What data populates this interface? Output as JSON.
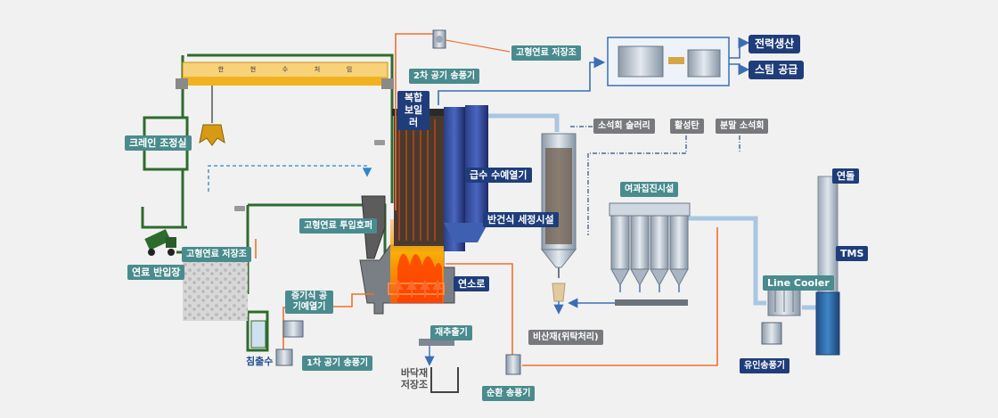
{
  "labels": {
    "crane_room": "크레인 조정실",
    "fuel_yard": "연료 반입장",
    "solid_fuel_storage_left": "고형연료 저장조",
    "leachate": "침출수",
    "primary_fan": "1차 공기 송풍기",
    "steam_air_preheater": "증기식 공기예열기",
    "hopper": "고형연료 투입호퍼",
    "secondary_fan": "2차 공기 송풍기",
    "solid_fuel_storage_top": "고형연료 저장조",
    "boiler": "복합 보일러",
    "economizer": "급수 수예열기",
    "furnace": "연소로",
    "ash_extractor": "재추출기",
    "bottom_ash_storage": "바닥재 저장조",
    "circulation_fan": "순환 송풍기",
    "semi_dry_scrubber": "반건식 세정시설",
    "slaked_lime": "소석회 슬러리",
    "activated_carbon": "활성탄",
    "powder_lime": "분말 소석회",
    "fly_ash": "비산재(위탁처리)",
    "bag_filter": "여과집진시설",
    "line_cooler": "Line Cooler",
    "induced_fan": "유인송풍기",
    "stack": "연돌",
    "tms": "TMS",
    "power_generation": "전력생산",
    "steam_supply": "스팀 공급"
  },
  "crane_rail_text": [
    "한",
    "현",
    "수",
    "처",
    "임"
  ],
  "colors": {
    "building": "#2f6b2f",
    "air_line": "#f07030",
    "water_line": "#2e86c8",
    "flow_line": "#3a6fb5",
    "crane_yellow": "#f2b21f",
    "teal_label": "#4a8b8e",
    "navy_label": "#1f3d7a",
    "grey_label": "#77797c"
  },
  "icons": {
    "fan": "blower-icon",
    "truck": "dump-truck-icon",
    "grab": "crane-grab-icon",
    "camera": "cctv-camera-icon",
    "turbine": "turbine-generator-icon"
  }
}
